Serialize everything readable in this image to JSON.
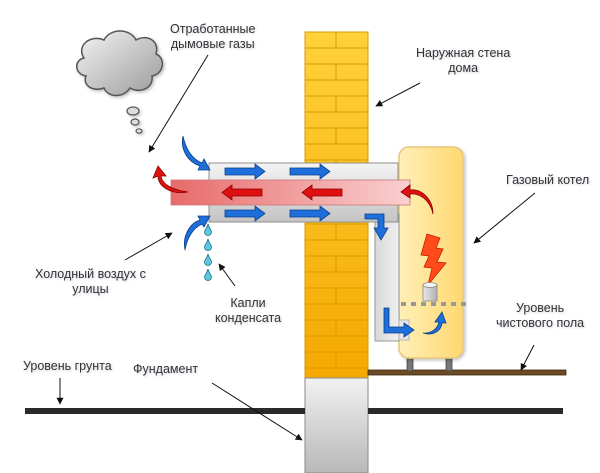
{
  "title": "Схема коаксиального дымохода газового котла",
  "labels": {
    "exhaust_gases": [
      "Отработанные",
      "дымовые газы"
    ],
    "outer_wall": [
      "Наружная стена",
      "дома"
    ],
    "gas_boiler": [
      "Газовый котел"
    ],
    "cold_air": [
      "Холодный воздух с",
      "улицы"
    ],
    "condensate": [
      "Капли",
      "конденсата"
    ],
    "floor_level": [
      "Уровень",
      "чистового пола"
    ],
    "ground_level": [
      "Уровень грунта"
    ],
    "foundation": [
      "Фундамент"
    ]
  },
  "colors": {
    "brick": "#FFC000",
    "brick_dark": "#E8A000",
    "hot_pipe": "#F08080",
    "cold_arrow": "#1E6FD9",
    "hot_arrow": "#E01010",
    "boiler": "#FFE7A0",
    "flame": "#FF4A1A",
    "condensate": "#5BC8E0",
    "floor": "#6B4A24",
    "ground": "#2A2A2A"
  },
  "icons": {
    "cloud": "smoke-cloud-icon",
    "flame": "lightning-flame-icon",
    "burner": "burner-cylinder-icon",
    "droplet": "water-droplet-icon"
  }
}
